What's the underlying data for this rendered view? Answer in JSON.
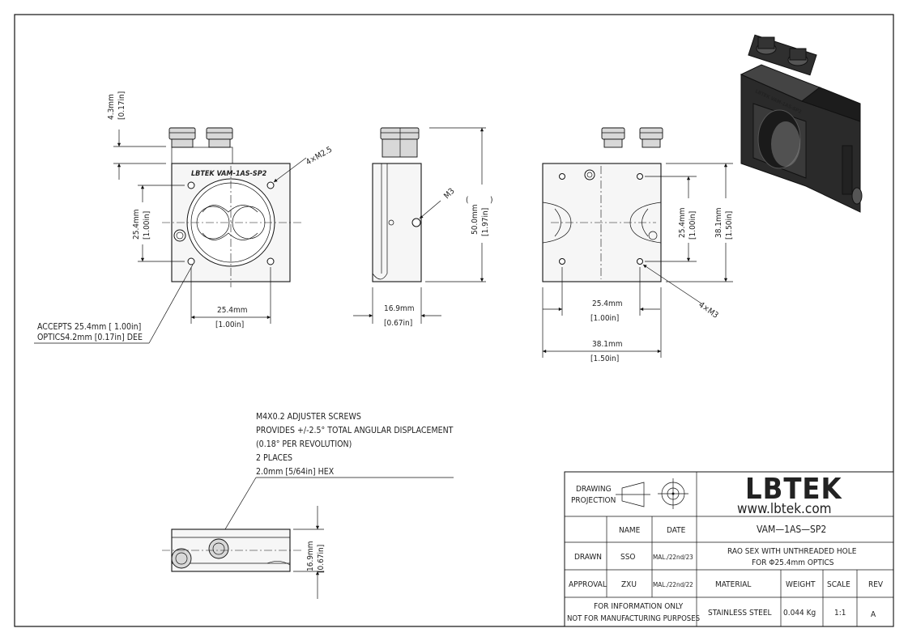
{
  "front_view": {
    "dim_top": "4.3mm",
    "dim_top_in": "[0.17in]",
    "label": "LBTEK VAM-1AS-SP2",
    "screw_callout": "4×M2.5",
    "dim_vertical": "25.4mm",
    "dim_vertical_in": "[1.00in]",
    "dim_horizontal": "25.4mm",
    "dim_horizontal_in": "[1.00in]",
    "accepts_line1": "ACCEPTS 25.4mm [ 1.00in]",
    "accepts_line2": "OPTICS4.2mm [0.17in] DEE"
  },
  "side_view": {
    "thread_callout": "M3",
    "dim_height": "50.0mm",
    "dim_height_in": "[1.97in]",
    "dim_width": "16.9mm",
    "dim_width_in": "[0.67in]"
  },
  "back_view": {
    "dim_inner_v": "25.4mm",
    "dim_inner_v_in": "[1.00in]",
    "dim_outer_v": "38.1mm",
    "dim_outer_v_in": "[1.50in]",
    "dim_inner_h": "25.4mm",
    "dim_inner_h_in": "[1.00in]",
    "dim_outer_h": "38.1mm",
    "dim_outer_h_in": "[1.50in]",
    "screw_callout": "4×M3"
  },
  "notes": {
    "line1": "M4X0.2  ADJUSTER SCREWS",
    "line2": "PROVIDES +/-2.5°  TOTAL ANGULAR DISPLACEMENT",
    "line3": "(0.18°  PER REVOLUTION)",
    "line4": "2 PLACES",
    "line5": "2.0mm [5/64in] HEX"
  },
  "top_view": {
    "dim": "16.9mm",
    "dim_in": "[0.67in]"
  },
  "title_block": {
    "projection_label_1": "DRAWING",
    "projection_label_2": "PROJECTION",
    "brand": "LBTEK",
    "website": "www.lbtek.com",
    "col_name": "NAME",
    "col_date": "DATE",
    "part_number": "VAM—1AS—SP2",
    "row_drawn": "DRAWN",
    "drawn_name": "SSO",
    "drawn_date": "MAL./22nd/23",
    "description_1": "RAO SEX WITH UNTHREADED HOLE",
    "description_2": "FOR Φ25.4mm OPTICS",
    "row_approval": "APPROVAL",
    "approval_name": "ZXU",
    "approval_date": "MAL./22nd/22",
    "col_material": "MATERIAL",
    "col_weight": "WEIGHT",
    "col_scale": "SCALE",
    "col_rev": "REV",
    "disclaimer_1": "FOR INFORMATION ONLY",
    "disclaimer_2": "NOT FOR MANUFACTURING PURPOSES",
    "material": "STAINLESS STEEL",
    "weight": "0.044 Kg",
    "scale": "1:1",
    "rev": "A"
  },
  "colors": {
    "line": "#111111",
    "background": "#ffffff",
    "render_dark": "#2a2a2a"
  }
}
